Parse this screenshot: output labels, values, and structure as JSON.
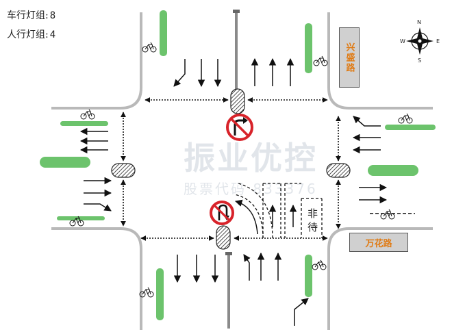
{
  "signal_groups": {
    "vehicle_label": "车行灯组:",
    "vehicle_count": "8",
    "ped_label": "人行灯组:",
    "ped_count": "4"
  },
  "streets": {
    "north_south": "兴盛路",
    "east_west": "万花路"
  },
  "compass": {
    "n": "N",
    "s": "S",
    "e": "E",
    "w": "W"
  },
  "waiting_area_label": "非待",
  "watermark": {
    "brand": "振业优控",
    "sub": "股票代码  833376"
  },
  "colors": {
    "green_strip": "#6cc36c",
    "street_label": "#e07a12",
    "sign_red": "#d8232a",
    "road_edge": "#b9b9b9"
  }
}
